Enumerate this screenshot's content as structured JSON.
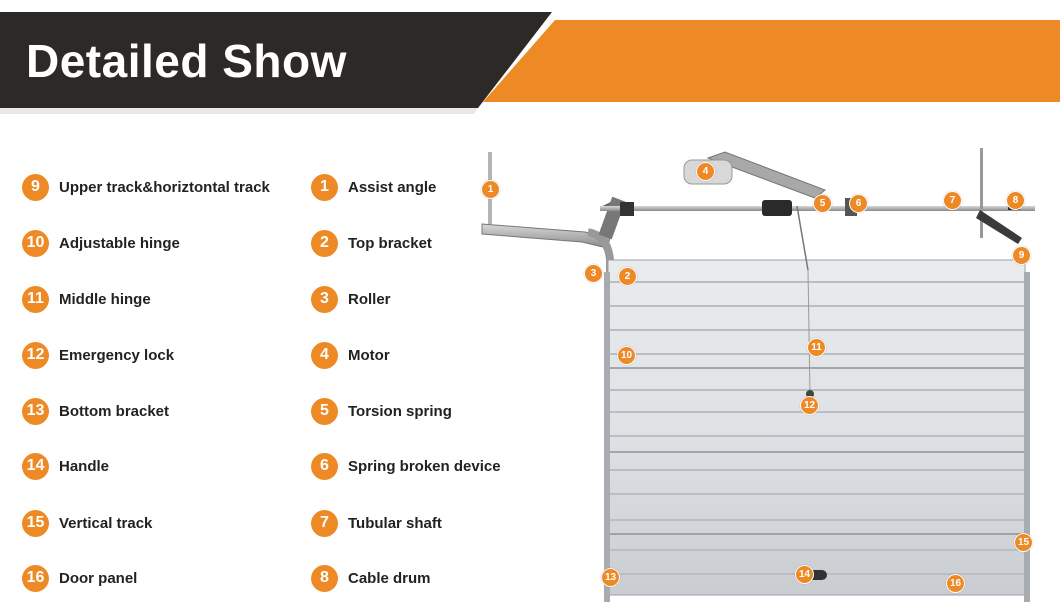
{
  "header": {
    "title": "Detailed Show",
    "dark_color": "#2d2926",
    "accent_color": "#ee8a26"
  },
  "legend": {
    "left": [
      {
        "num": "9",
        "label": "Upper track&horiztontal track"
      },
      {
        "num": "10",
        "label": "Adjustable hinge"
      },
      {
        "num": "11",
        "label": "Middle hinge"
      },
      {
        "num": "12",
        "label": "Emergency lock"
      },
      {
        "num": "13",
        "label": "Bottom bracket"
      },
      {
        "num": "14",
        "label": "Handle"
      },
      {
        "num": "15",
        "label": "Vertical track"
      },
      {
        "num": "16",
        "label": "Door panel"
      }
    ],
    "right": [
      {
        "num": "1",
        "label": "Assist angle"
      },
      {
        "num": "2",
        "label": "Top  bracket"
      },
      {
        "num": "3",
        "label": "Roller"
      },
      {
        "num": "4",
        "label": "Motor"
      },
      {
        "num": "5",
        "label": "Torsion spring"
      },
      {
        "num": "6",
        "label": "Spring broken device"
      },
      {
        "num": "7",
        "label": "Tubular shaft"
      },
      {
        "num": "8",
        "label": "Cable drum"
      }
    ]
  },
  "diagram": {
    "callouts": [
      "1",
      "4",
      "5",
      "6",
      "7",
      "8",
      "9",
      "3",
      "2",
      "10",
      "11",
      "12",
      "15",
      "13",
      "14",
      "16"
    ]
  }
}
